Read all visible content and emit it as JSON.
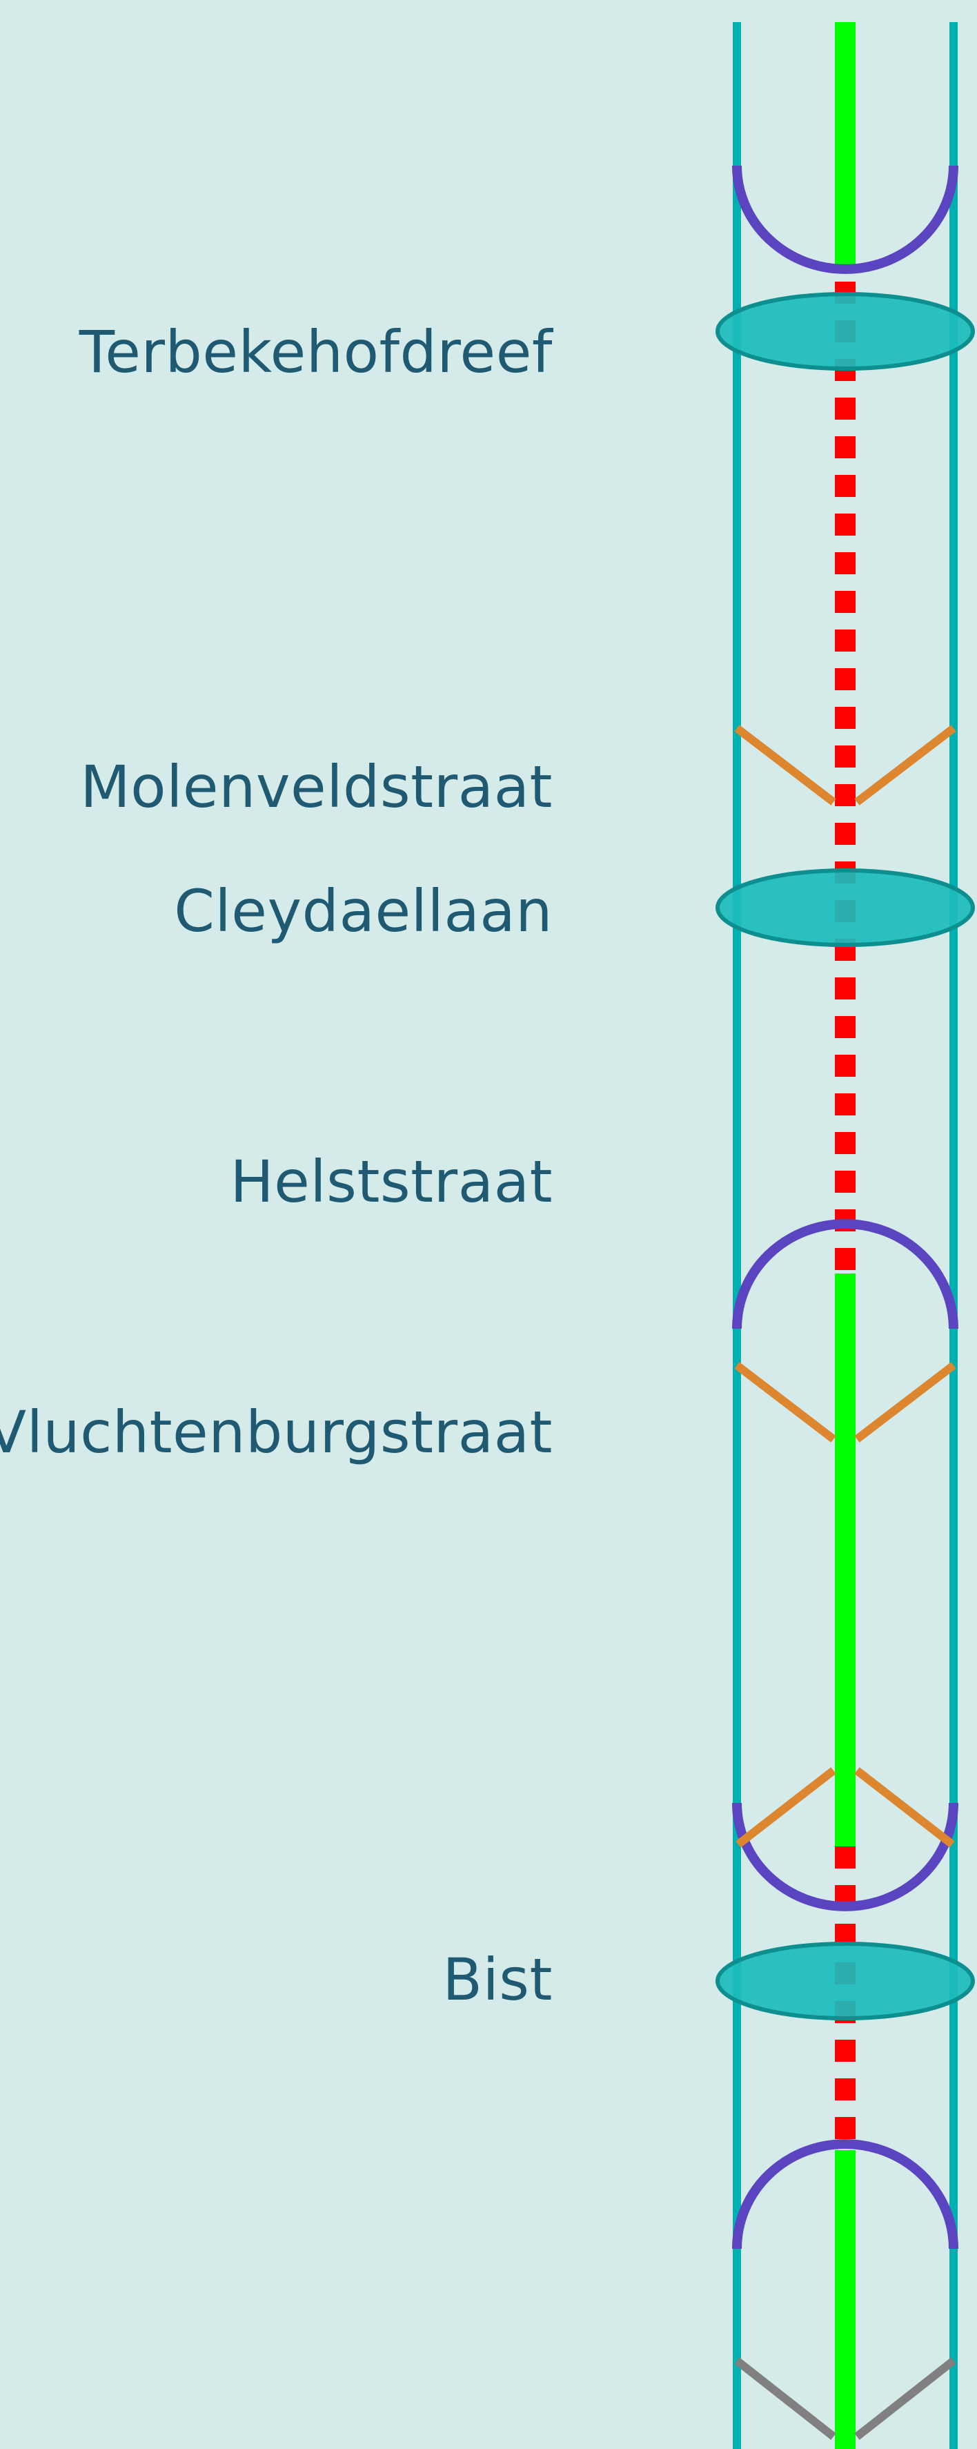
{
  "diagram": {
    "colors": {
      "background": "#d5ebe9",
      "road_edge": "#00b0b0",
      "green_section": "#00ff00",
      "red_section": "#ff0000",
      "semicircle": "#5a44c0",
      "orange_chevron": "#dd8630",
      "gray_chevron": "#808080",
      "ellipse_fill": "#1bbcbc",
      "ellipse_stroke": "#0e8f8f",
      "label_text": "#1f5a72"
    },
    "stops": [
      {
        "id": "terbekehofdreef",
        "label": "Terbekehofdreef"
      },
      {
        "id": "molenveldstraat",
        "label": "Molenveldstraat"
      },
      {
        "id": "cleydaellaan",
        "label": "Cleydaellaan"
      },
      {
        "id": "helststraat",
        "label": "Helststraat"
      },
      {
        "id": "vluchtenburgstraat",
        "label": "Vluchtenburgstraat"
      },
      {
        "id": "bist",
        "label": "Bist"
      }
    ]
  }
}
